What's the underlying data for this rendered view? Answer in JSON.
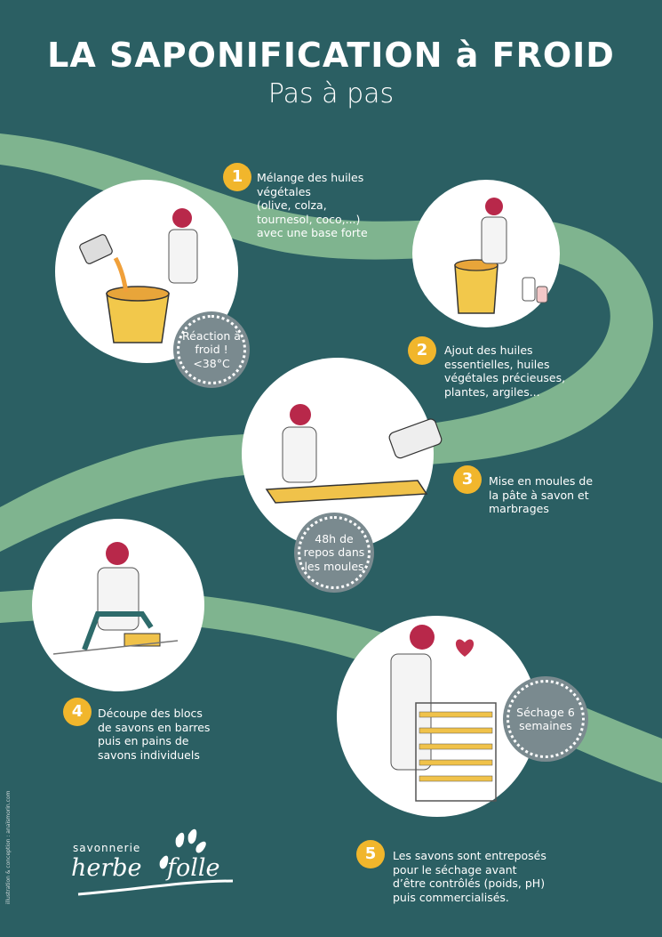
{
  "header": {
    "title": "LA SAPONIFICATION à FROID",
    "subtitle": "Pas à pas"
  },
  "colors": {
    "background": "#2b5f63",
    "path": "#7fb48f",
    "badge": "#f1b62c",
    "bubble": "#7a8a8f"
  },
  "steps": [
    {
      "number": "1",
      "text": "Mélange des huiles\nvégétales\n(olive, colza,\ntournesol, coco,...)\navec une base forte"
    },
    {
      "number": "2",
      "text": "Ajout des huiles\nessentielles, huiles\nvégétales précieuses,\nplantes, argiles..."
    },
    {
      "number": "3",
      "text": "Mise en moules de\nla pâte à savon et\nmarbrages"
    },
    {
      "number": "4",
      "text": "Découpe des blocs\nde savons en barres\npuis en pains de\nsavons individuels"
    },
    {
      "number": "5",
      "text": "Les savons sont entreposés\npour le séchage avant\nd’être contrôlés (poids, pH)\npuis commercialisés."
    }
  ],
  "bubbles": [
    {
      "text": "Réaction à\nfroid !\n<38°C"
    },
    {
      "text": "48h de\nrepos dans\nles moules"
    },
    {
      "text": "Séchage 6\nsemaines"
    }
  ],
  "brand": {
    "top": "savonnerie",
    "left": "herbe",
    "right": "folle"
  },
  "credit": "illustration & conception : anaïsmorin.com"
}
